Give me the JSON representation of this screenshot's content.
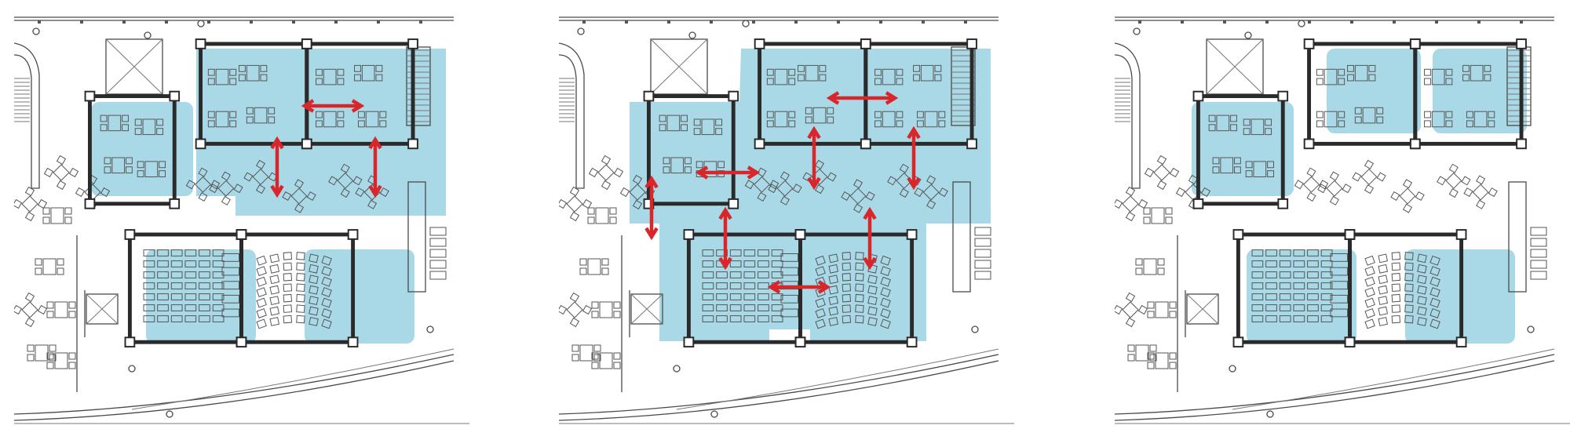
{
  "figure": {
    "panel_count": 3,
    "colors": {
      "zone": "#a9d8e6",
      "arrow": "#d9262b",
      "wall": "#2a2a2a",
      "line": "#555555"
    },
    "panels": [
      {
        "key": "panel-1",
        "shaded_zones": 4,
        "arrows": 3
      },
      {
        "key": "panel-2",
        "shaded_zones": 1,
        "arrows": 8
      },
      {
        "key": "panel-3",
        "shaded_zones": 5,
        "arrows": 0
      }
    ]
  }
}
